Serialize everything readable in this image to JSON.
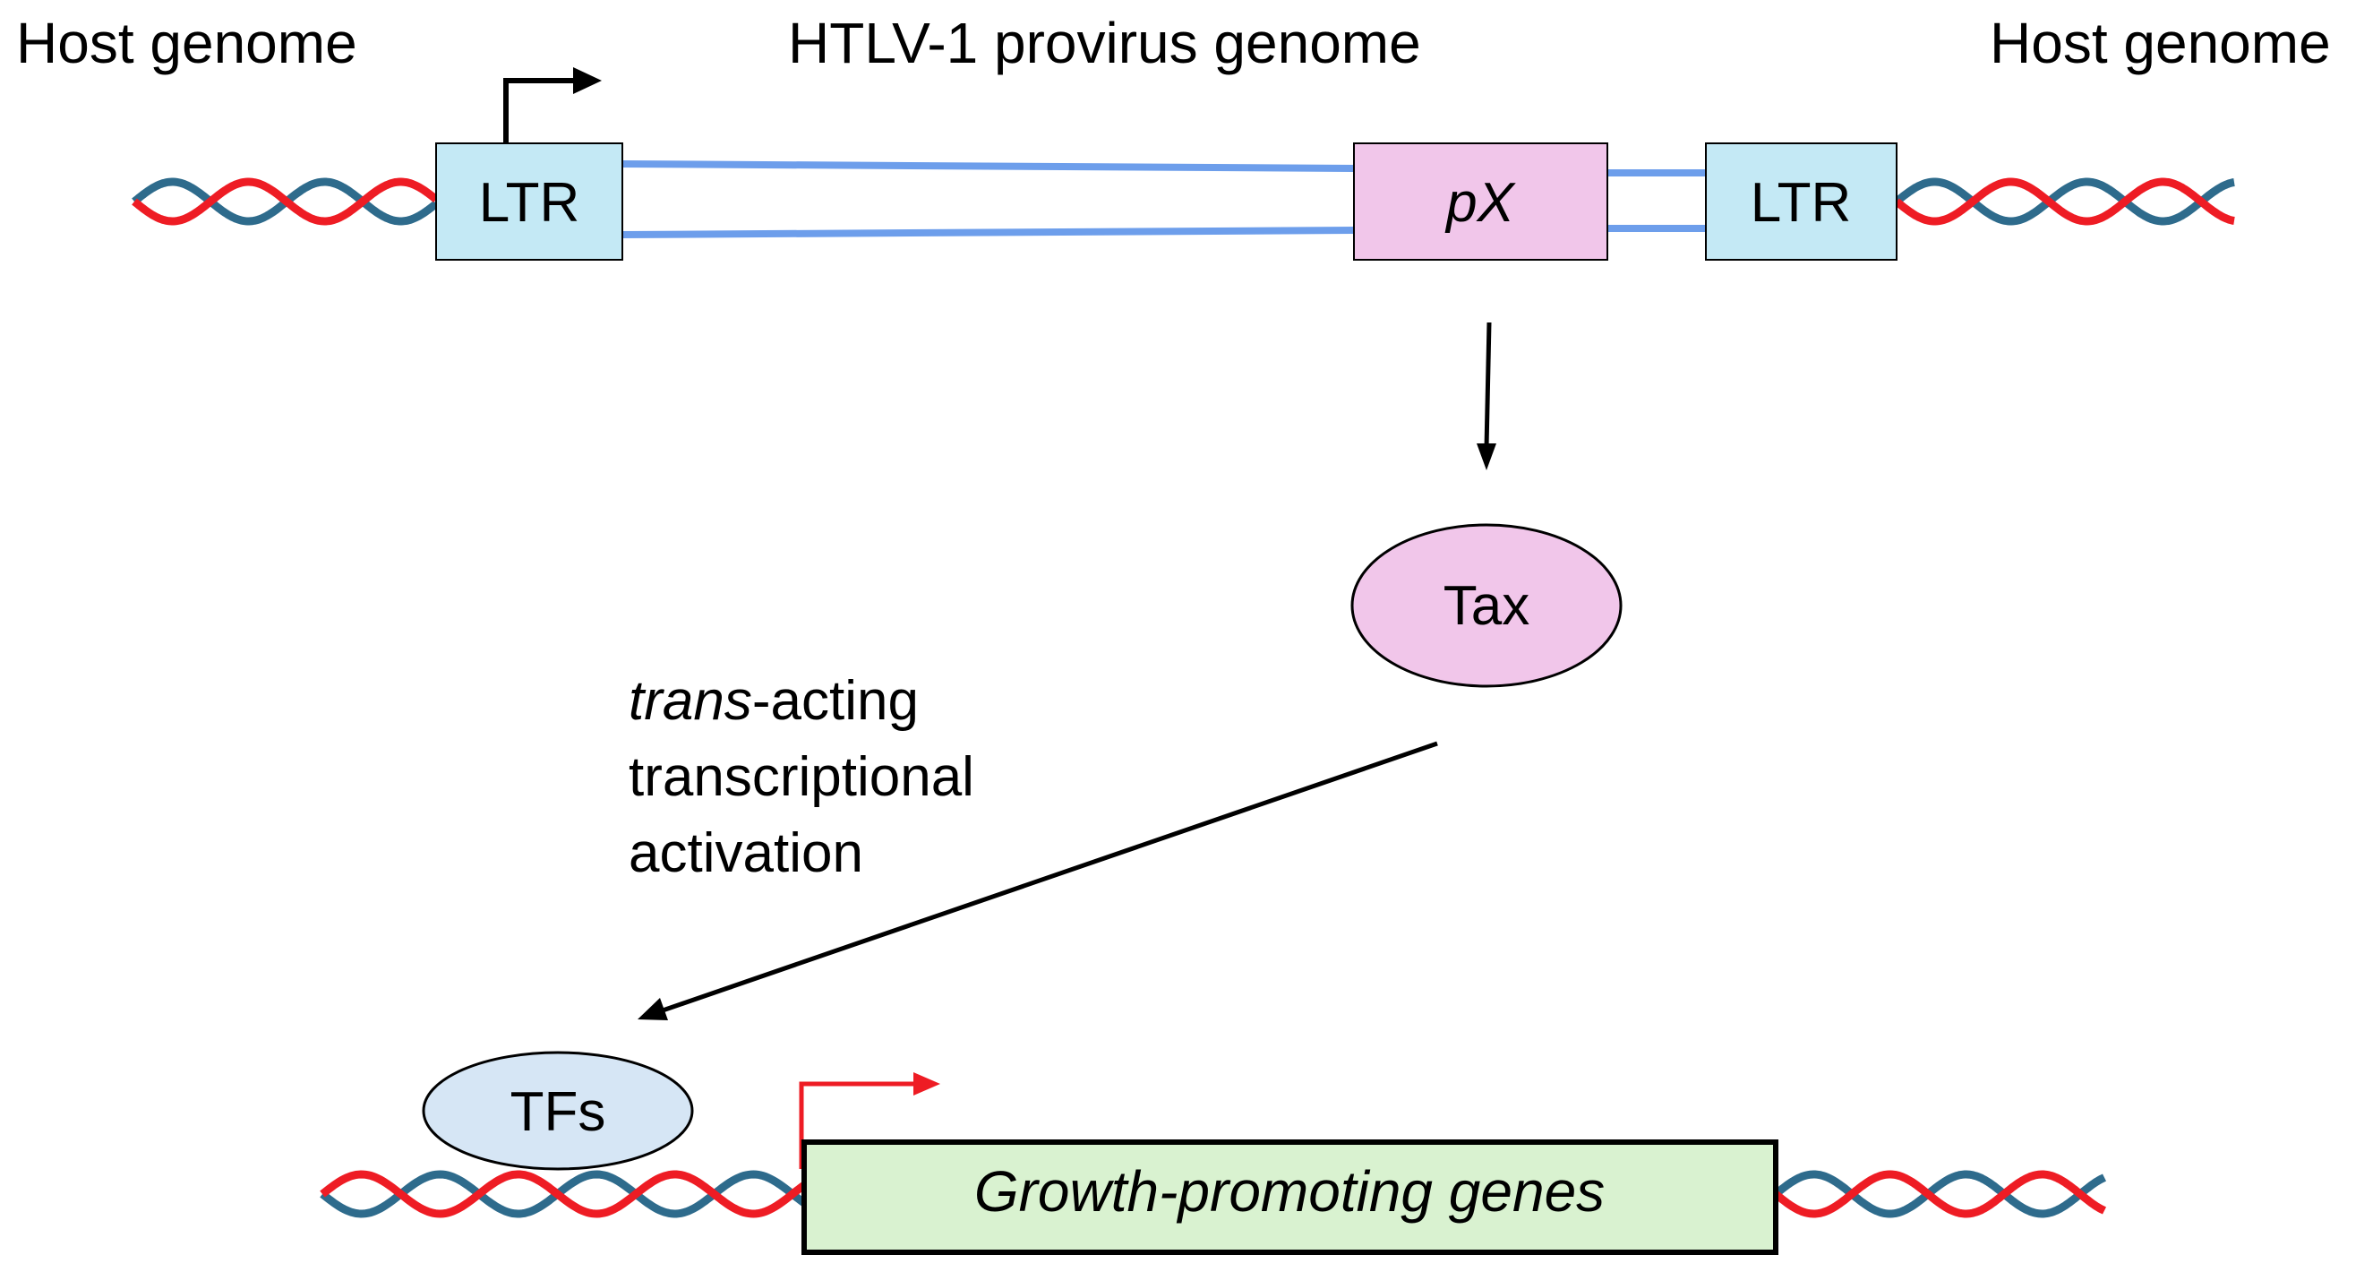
{
  "labels": {
    "host_genome_left": "Host genome",
    "provirus_genome": "HTLV-1 provirus genome",
    "host_genome_right": "Host genome",
    "ltr_left": "LTR",
    "px": "pX",
    "ltr_right": "LTR",
    "tax": "Tax",
    "activation_italic": "trans",
    "activation_line1_rest": "-acting",
    "activation_line2": "transcriptional",
    "activation_line3": "activation",
    "tfs": "TFs",
    "growth_genes": "Growth-promoting genes"
  },
  "colors": {
    "dna_red": "#ee1c24",
    "dna_blue": "#2e6b8c",
    "provirus_line": "#6d9eeb",
    "ltr_fill": "#c4e9f5",
    "px_fill": "#f1c6ea",
    "tax_fill": "#f1c6ea",
    "tfs_fill": "#d6e6f5",
    "genes_fill": "#d9f2d0",
    "promoter_red": "#ee1c24",
    "arrow_black": "#000000"
  }
}
